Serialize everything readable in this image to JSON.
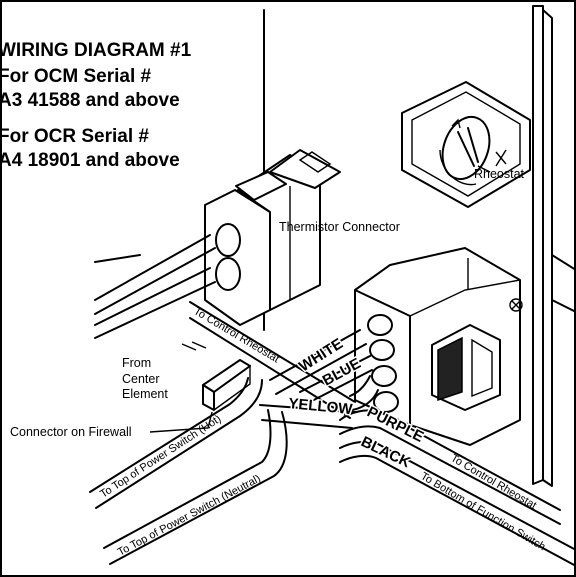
{
  "title": {
    "line1": "WIRING DIAGRAM #1",
    "line2": "For OCM Serial #",
    "line3": "A3 41588 and above",
    "line4": "For OCR Serial #",
    "line5": "A4 18901 and above"
  },
  "labels": {
    "rheostat": "Rheostat",
    "thermistor": "Thermistor Connector",
    "from": "From",
    "center": "Center",
    "element": "Element",
    "firewall": "Connector on Firewall"
  },
  "wire_colors": {
    "white": "WHITE",
    "blue": "BLUE",
    "yellow": "YELLOW",
    "purple": "PURPLE",
    "black": "BLACK"
  },
  "wire_destinations": {
    "to_control_rheostat_upper": "To Control Rheostat",
    "to_top_power_switch_hot": "To Top of Power Switch (Hot)",
    "to_top_power_switch_neutral": "To Top of Power Switch (Neutral)",
    "to_control_rheostat_lower": "To Control Rheostat",
    "to_bottom_function_switch": "To Bottom of Function Switch"
  },
  "colors": {
    "ink": "#000000",
    "paper": "#ffffff"
  }
}
